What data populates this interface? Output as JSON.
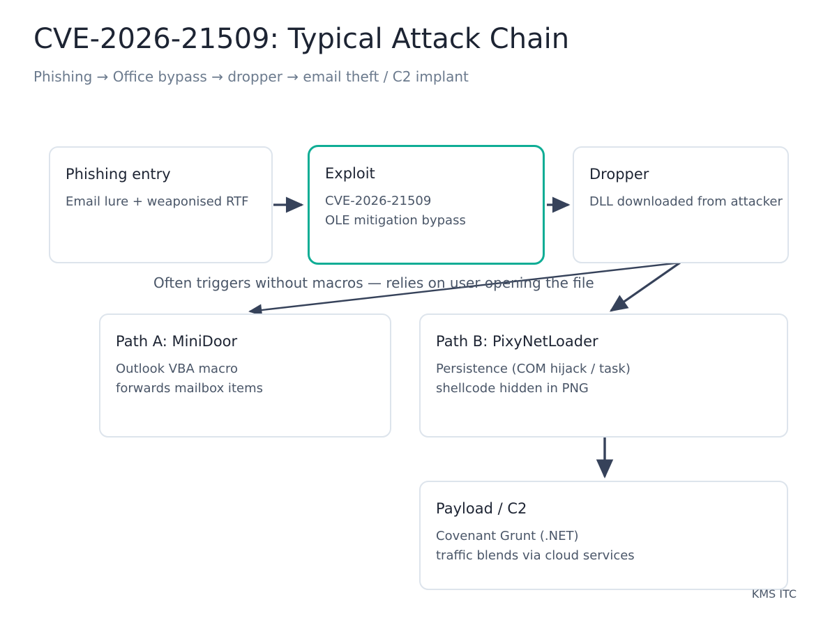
{
  "header": {
    "title": "CVE-2026-21509: Typical Attack Chain",
    "subtitle": "Phishing → Office bypass → dropper → email theft / C2 implant"
  },
  "colors": {
    "accent": "#0fad95",
    "node_border": "#dde4ec",
    "edge": "#36425a",
    "title_text": "#1d2433",
    "body_text": "#4a5668",
    "subtitle_text": "#6b7a8d",
    "background": "#ffffff"
  },
  "nodes": [
    {
      "id": "phishing-entry",
      "title": "Phishing entry",
      "desc": "Email lure + weaponised RTF",
      "highlighted": false
    },
    {
      "id": "exploit",
      "title": "Exploit",
      "desc": "CVE-2026-21509\nOLE mitigation bypass",
      "highlighted": true
    },
    {
      "id": "dropper",
      "title": "Dropper",
      "desc": "DLL downloaded from attacker",
      "highlighted": false
    },
    {
      "id": "path-a-minidoor",
      "title": "Path A: MiniDoor",
      "desc": "Outlook VBA macro\nforwards mailbox items",
      "highlighted": false
    },
    {
      "id": "path-b-pixynetloader",
      "title": "Path B: PixyNetLoader",
      "desc": "Persistence (COM hijack / task)\nshellcode hidden in PNG",
      "highlighted": false
    },
    {
      "id": "payload-c2",
      "title": "Payload / C2",
      "desc": "Covenant Grunt (.NET)\ntraffic blends via cloud services",
      "highlighted": false
    }
  ],
  "annotations": {
    "chain_note": "Often triggers without macros — relies on user opening the file"
  },
  "footer": {
    "credit": "KMS ITC"
  },
  "edges": [
    {
      "id": "phishing-to-exploit",
      "from": "phishing-entry",
      "to": "exploit",
      "label": ""
    },
    {
      "id": "exploit-to-dropper",
      "from": "exploit",
      "to": "dropper",
      "label": ""
    },
    {
      "id": "dropper-to-path-a",
      "from": "dropper",
      "to": "path-a-minidoor",
      "label": ""
    },
    {
      "id": "dropper-to-path-b",
      "from": "dropper",
      "to": "path-b-pixynetloader",
      "label": ""
    },
    {
      "id": "path-b-to-payload",
      "from": "path-b-pixynetloader",
      "to": "payload-c2",
      "label": ""
    }
  ]
}
